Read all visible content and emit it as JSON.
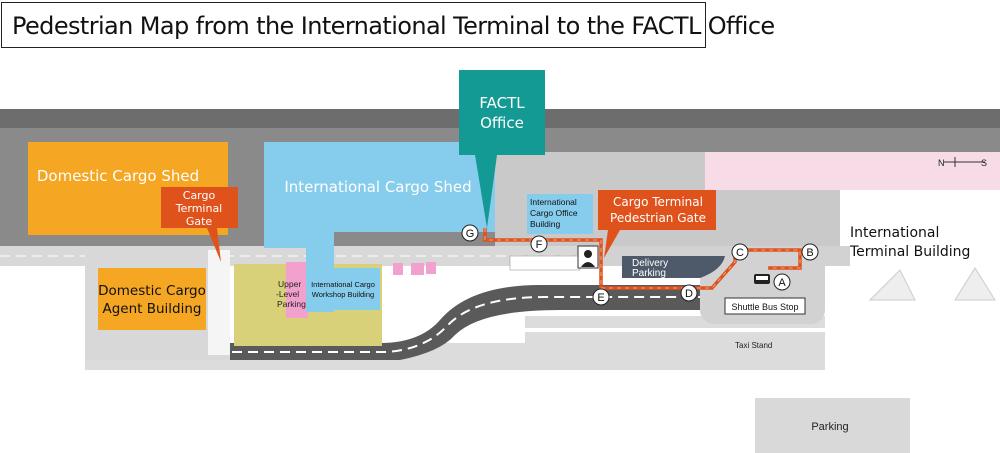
{
  "title": "Pedestrian Map from the International Terminal to the FACTL Office",
  "callouts": {
    "factl": [
      "FACTL",
      "Office"
    ],
    "cargo_terminal_gate": [
      "Cargo",
      "Terminal",
      "Gate"
    ],
    "pedestrian_gate": [
      "Cargo Terminal",
      "Pedestrian Gate"
    ]
  },
  "buildings": {
    "domestic_cargo_shed": "Domestic Cargo Shed",
    "international_cargo_shed": "International Cargo Shed",
    "intl_cargo_office": [
      "International",
      "Cargo Office",
      "Building"
    ],
    "domestic_agent": [
      "Domestic Cargo",
      "Agent Building"
    ],
    "intl_workshop": [
      "International Cargo",
      "Workshop Building"
    ],
    "upper_parking": [
      "Upper",
      "-Level",
      "Parking"
    ],
    "delivery_parking": [
      "Delivery",
      "Parking"
    ],
    "intl_terminal": [
      "International",
      "Terminal Building"
    ],
    "parking": "Parking"
  },
  "labels": {
    "shuttle_bus_stop": "Shuttle Bus Stop",
    "taxi_stand": "Taxi Stand"
  },
  "compass": {
    "n": "N",
    "s": "S"
  },
  "waypoints": [
    "A",
    "B",
    "C",
    "D",
    "E",
    "F",
    "G"
  ],
  "colors": {
    "route": "#e0521c",
    "factl_callout": "#139a94",
    "domestic_shed": "#f5a623",
    "international_shed": "#86cced",
    "road": "#dcdcdc",
    "apron": "#6d6d6d",
    "terminal": "#f7dbe7"
  }
}
